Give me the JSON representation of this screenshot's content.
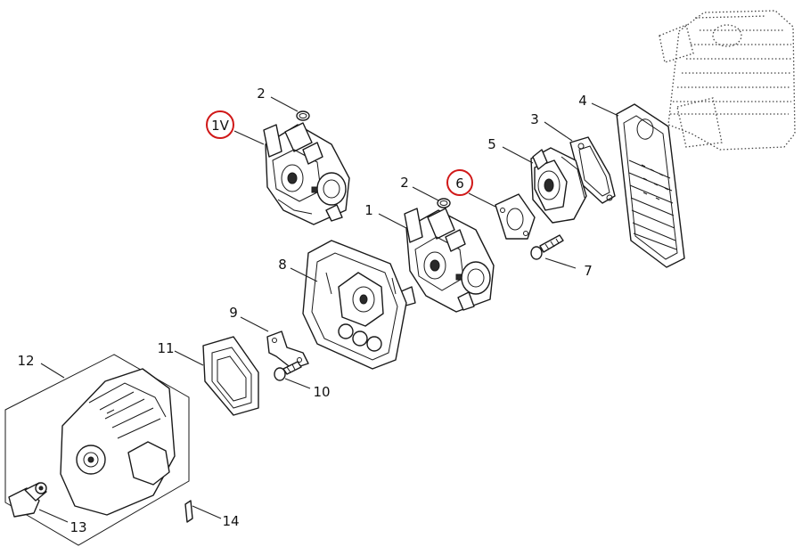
{
  "callouts": {
    "c1v": "1V",
    "c1": "1",
    "c2a": "2",
    "c2b": "2",
    "c3": "3",
    "c4": "4",
    "c5": "5",
    "c6": "6",
    "c7": "7",
    "c8": "8",
    "c9": "9",
    "c10": "10",
    "c11": "11",
    "c12": "12",
    "c13": "13",
    "c14": "14"
  },
  "highlighted_callouts": [
    "1V",
    "6"
  ],
  "colors": {
    "highlight_ring": "#d01818",
    "line": "#1a1a1a"
  }
}
